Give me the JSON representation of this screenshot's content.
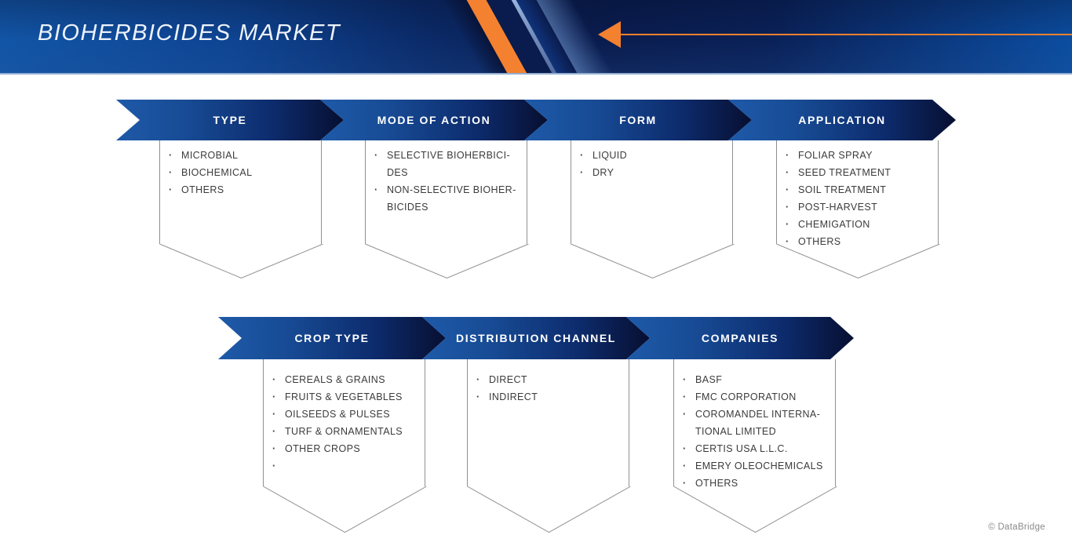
{
  "header": {
    "title": "BIOHERBICIDES MARKET"
  },
  "footer": {
    "credit": "© DataBridge"
  },
  "colors": {
    "accent_orange": "#F4812F",
    "arrow_gradient_start": "#1E5AA9",
    "arrow_gradient_end": "#070F31",
    "banner_blue": "#1255A6",
    "banner_navy": "#0A1C4E",
    "panel_border": "#909090",
    "item_text": "#3B3B3B"
  },
  "segments": [
    {
      "label": "TYPE",
      "items": [
        "MICROBIAL",
        "BIOCHEMICAL",
        "OTHERS"
      ]
    },
    {
      "label": "MODE OF ACTION",
      "items": [
        "SELECTIVE BIOHERBICI-\nDES",
        "NON-SELECTIVE BIOHER-\nBICIDES"
      ]
    },
    {
      "label": "FORM",
      "items": [
        "LIQUID",
        "DRY"
      ]
    },
    {
      "label": "APPLICATION",
      "items": [
        "FOLIAR SPRAY",
        "SEED TREATMENT",
        "SOIL TREATMENT",
        "POST-HARVEST",
        "CHEMIGATION",
        "OTHERS"
      ]
    },
    {
      "label": "CROP TYPE",
      "items": [
        "CEREALS & GRAINS",
        "FRUITS & VEGETABLES",
        "OILSEEDS & PULSES",
        "TURF & ORNAMENTALS",
        "OTHER CROPS",
        ""
      ]
    },
    {
      "label": "DISTRIBUTION CHANNEL",
      "items": [
        "DIRECT",
        "INDIRECT"
      ]
    },
    {
      "label": "COMPANIES",
      "items": [
        "BASF",
        "FMC CORPORATION",
        "COROMANDEL INTERNA-\nTIONAL LIMITED",
        "CERTIS USA L.L.C.",
        "EMERY OLEOCHEMICALS",
        "OTHERS"
      ]
    }
  ]
}
